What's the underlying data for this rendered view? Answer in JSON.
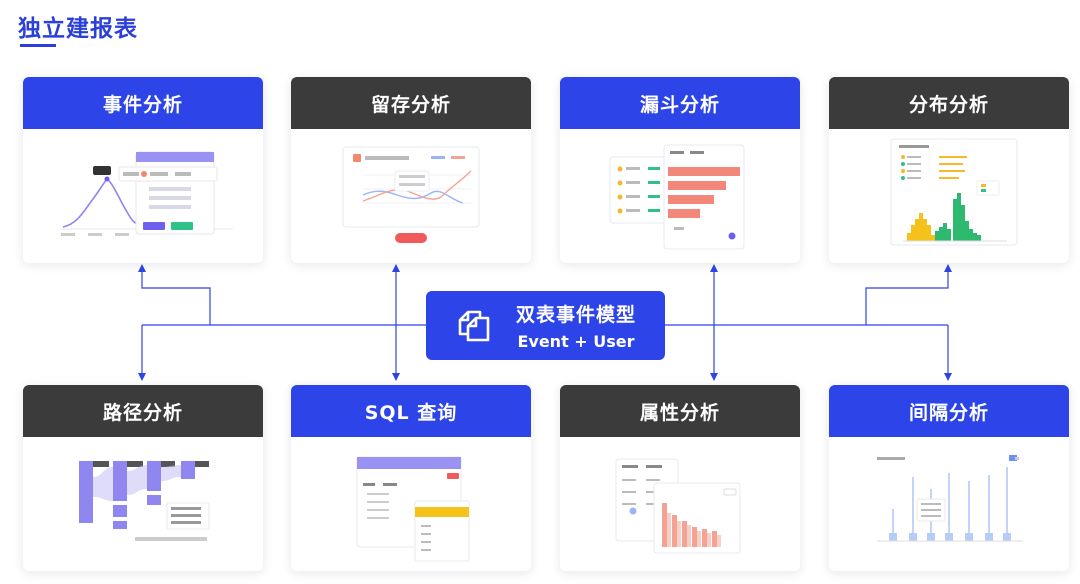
{
  "page_title": "独立建报表",
  "center": {
    "line1": "双表事件模型",
    "line2": "Event + User",
    "icon": "copy-icon"
  },
  "cards": [
    {
      "id": "event",
      "label": "事件分析",
      "theme": "blue"
    },
    {
      "id": "retention",
      "label": "留存分析",
      "theme": "dark"
    },
    {
      "id": "funnel",
      "label": "漏斗分析",
      "theme": "blue"
    },
    {
      "id": "distribution",
      "label": "分布分析",
      "theme": "dark"
    },
    {
      "id": "path",
      "label": "路径分析",
      "theme": "dark"
    },
    {
      "id": "sql",
      "label": "SQL 查询",
      "theme": "blue"
    },
    {
      "id": "attribute",
      "label": "属性分析",
      "theme": "dark"
    },
    {
      "id": "interval",
      "label": "间隔分析",
      "theme": "blue"
    }
  ],
  "colors": {
    "accent_blue": "#2d44e8",
    "dark_header": "#3b3b3b",
    "connector": "#2d44e8",
    "title_blue": "#2b3fd9"
  }
}
